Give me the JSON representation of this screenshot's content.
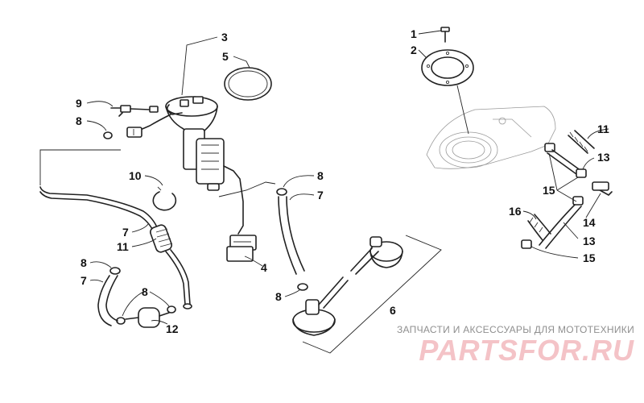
{
  "callouts": [
    {
      "label": "1"
    },
    {
      "label": "2"
    },
    {
      "label": "3"
    },
    {
      "label": "5"
    },
    {
      "label": "9"
    },
    {
      "label": "8"
    },
    {
      "label": "10"
    },
    {
      "label": "7"
    },
    {
      "label": "11"
    },
    {
      "label": "8"
    },
    {
      "label": "7"
    },
    {
      "label": "8"
    },
    {
      "label": "12"
    },
    {
      "label": "8"
    },
    {
      "label": "7"
    },
    {
      "label": "4"
    },
    {
      "label": "8"
    },
    {
      "label": "6"
    },
    {
      "label": "11"
    },
    {
      "label": "13"
    },
    {
      "label": "15"
    },
    {
      "label": "16"
    },
    {
      "label": "14"
    },
    {
      "label": "13"
    },
    {
      "label": "15"
    }
  ],
  "watermark": {
    "line1": "ЗАПЧАСТИ И АКСЕССУАРЫ ДЛЯ МОТОТЕХНИКИ",
    "logo": "PARTSFOR.RU"
  }
}
